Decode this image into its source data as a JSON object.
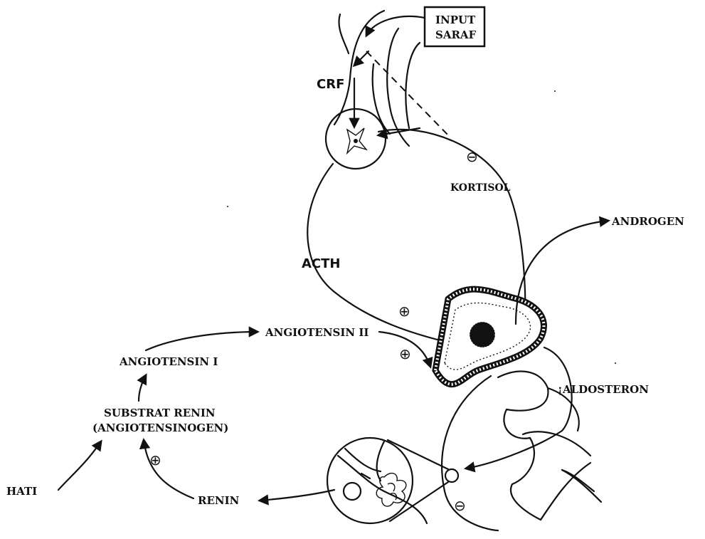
{
  "labels": {
    "input_saraf": [
      "INPUT",
      "SARAF"
    ],
    "crf": "CRF",
    "kortisol": "KORTISOL",
    "acth": "ACTH",
    "androgen": "ANDROGEN",
    "angiotensin_ii": "ANGIOTENSIN II",
    "angiotensin_i": "ANGIOTENSIN I",
    "substrat_renin": "SUBSTRAT RENIN",
    "angiotensinogen": "(ANGIOTENSINOGEN)",
    "aldosteron": "ALDOSTERON",
    "aldosteron_mark": "¡",
    "hati": "HATI",
    "renin": "RENIN"
  },
  "symbols": {
    "plus": "⊕",
    "minus": "⊖"
  }
}
